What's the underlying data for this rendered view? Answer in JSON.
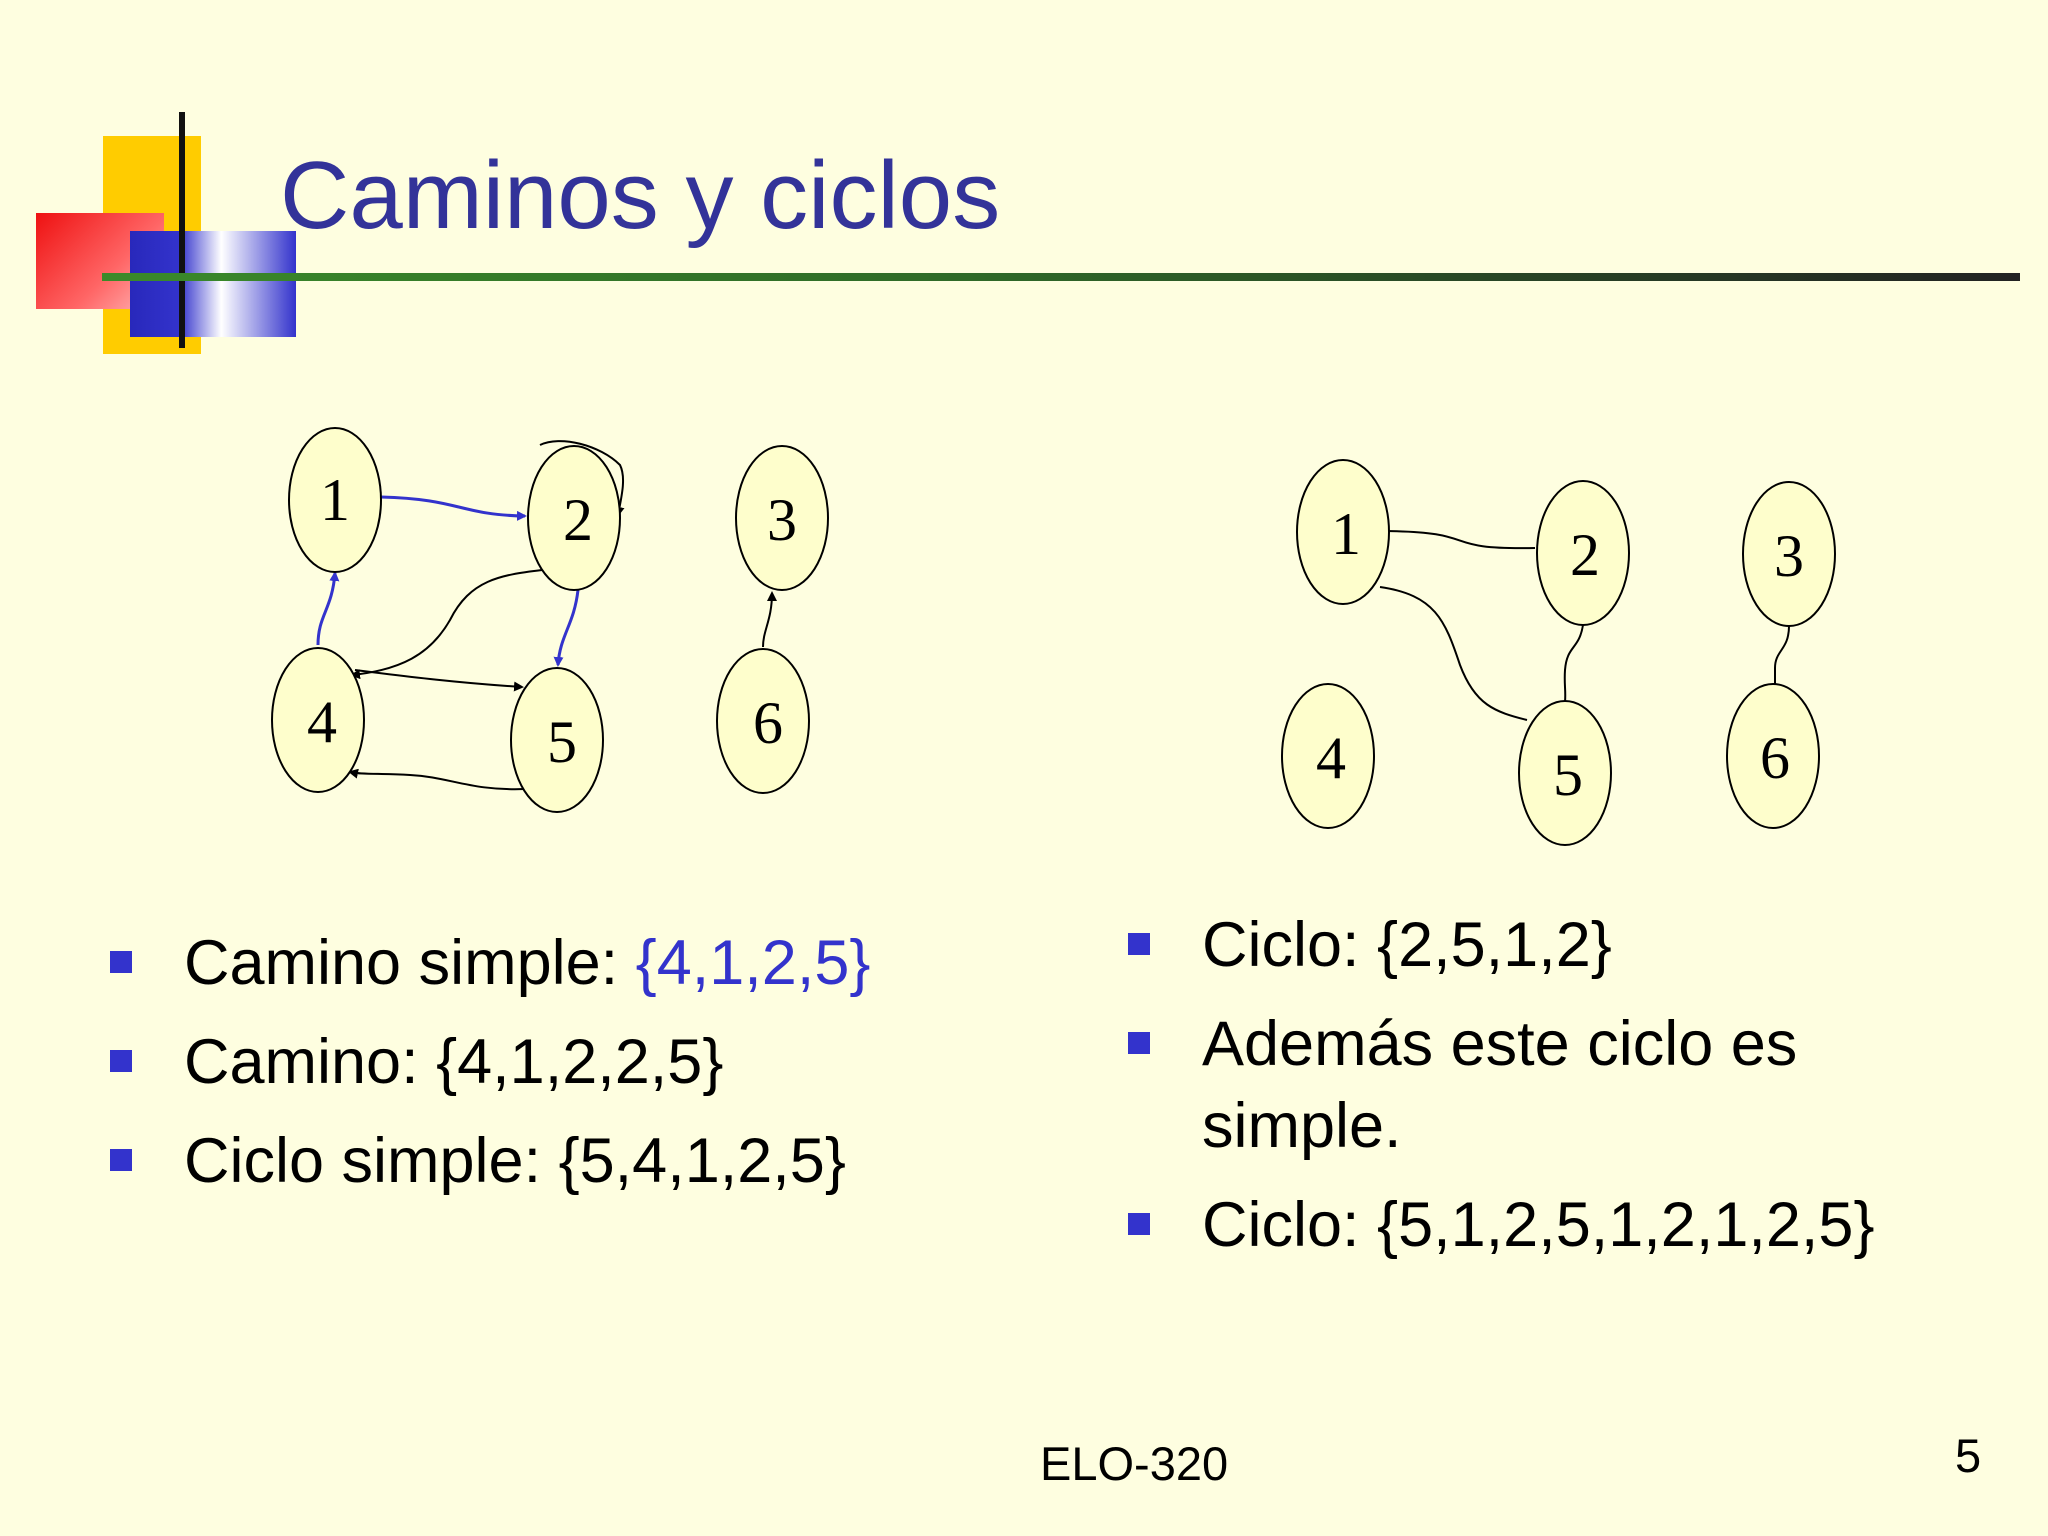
{
  "slide": {
    "title": "Caminos y ciclos",
    "footer": "ELO-320",
    "page_number": "5"
  },
  "graph_left": {
    "nodes": [
      "1",
      "2",
      "3",
      "4",
      "5",
      "6"
    ],
    "edges_directed": [
      {
        "from": "1",
        "to": "2",
        "highlight": true
      },
      {
        "from": "2",
        "to": "2",
        "highlight": false
      },
      {
        "from": "2",
        "to": "4",
        "highlight": false
      },
      {
        "from": "2",
        "to": "5",
        "highlight": true
      },
      {
        "from": "4",
        "to": "1",
        "highlight": true
      },
      {
        "from": "4",
        "to": "5",
        "highlight": false
      },
      {
        "from": "5",
        "to": "4",
        "highlight": false
      },
      {
        "from": "6",
        "to": "3",
        "highlight": false
      }
    ]
  },
  "graph_right": {
    "nodes": [
      "1",
      "2",
      "3",
      "4",
      "5",
      "6"
    ],
    "edges_undirected": [
      {
        "a": "1",
        "b": "2"
      },
      {
        "a": "1",
        "b": "5"
      },
      {
        "a": "2",
        "b": "5"
      },
      {
        "a": "3",
        "b": "6"
      }
    ]
  },
  "bullets_left": [
    {
      "text": "Camino simple: ",
      "highlight": "{4,1,2,5}"
    },
    {
      "text": "Camino: {4,1,2,2,5}",
      "highlight": ""
    },
    {
      "text": "Ciclo simple: {5,4,1,2,5}",
      "highlight": ""
    }
  ],
  "bullets_right": [
    {
      "text": "Ciclo: {2,5,1,2}"
    },
    {
      "text": "Además este ciclo es simple."
    },
    {
      "text": "Ciclo: {5,1,2,5,1,2,1,2,5}"
    }
  ],
  "colors": {
    "background": "#fefee0",
    "title": "#333399",
    "highlight": "#3333cc",
    "bullet": "#3333cc",
    "node_fill": "#fefecc"
  }
}
